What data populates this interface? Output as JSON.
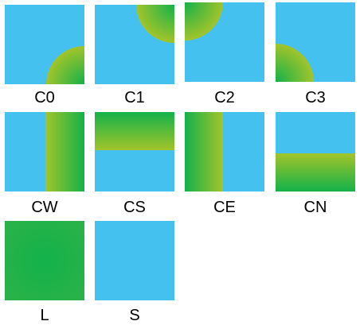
{
  "tiles": [
    {
      "label": "C0",
      "type": "corner-bottom-right"
    },
    {
      "label": "C1",
      "type": "corner-top-right"
    },
    {
      "label": "C2",
      "type": "corner-top-left"
    },
    {
      "label": "C3",
      "type": "corner-bottom-left"
    },
    {
      "label": "CW",
      "type": "edge-right-band"
    },
    {
      "label": "CS",
      "type": "edge-top-band"
    },
    {
      "label": "CE",
      "type": "edge-left-band"
    },
    {
      "label": "CN",
      "type": "edge-bottom-band"
    },
    {
      "label": "L",
      "type": "full-land"
    },
    {
      "label": "S",
      "type": "full-sea"
    }
  ],
  "colors": {
    "sea": "#45c1f0",
    "land_inner": "#13b24a",
    "land_outer": "#a2c42a",
    "text": "#000000"
  }
}
